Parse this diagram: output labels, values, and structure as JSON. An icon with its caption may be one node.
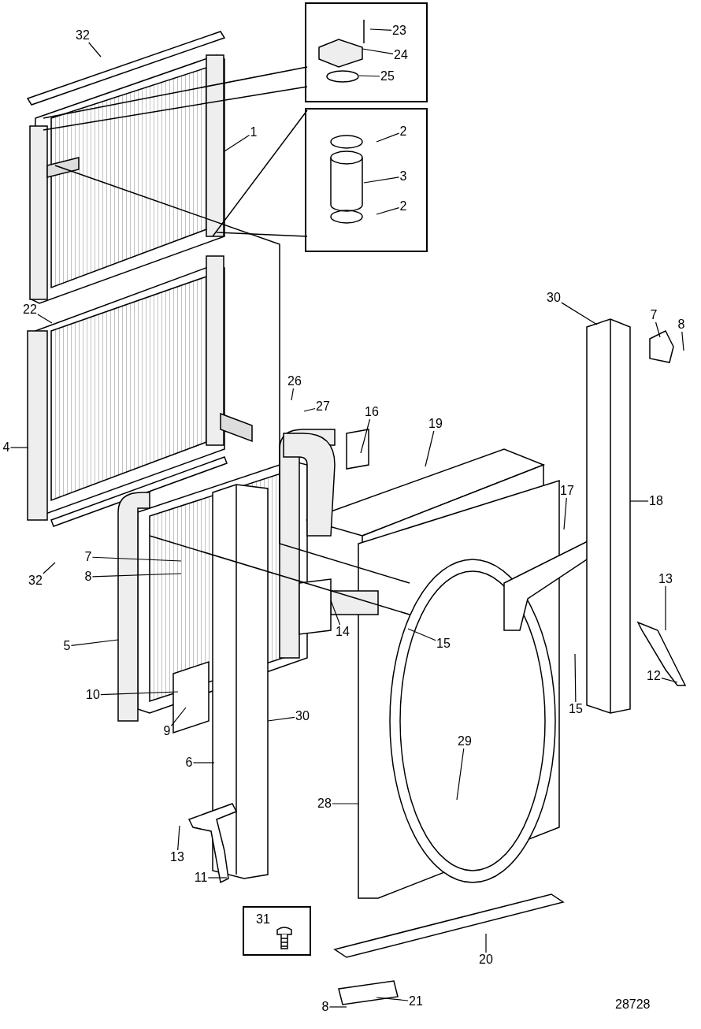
{
  "diagram": {
    "nodes": [
      {
        "text": [
          "32"
        ]
      },
      {
        "text": [],
        "shape": "box"
      },
      {
        "text": [
          "23"
        ],
        "in": 1
      },
      {
        "text": [
          "24"
        ],
        "in": 1
      },
      {
        "text": [
          "25"
        ],
        "in": 1
      },
      {
        "text": [],
        "shape": "box"
      },
      {
        "text": [
          "2"
        ],
        "in": 5
      },
      {
        "text": [
          "3"
        ],
        "in": 5
      },
      {
        "text": [
          "2"
        ],
        "in": 5
      },
      {
        "text": [
          "1"
        ]
      },
      {
        "text": [
          "30"
        ]
      },
      {
        "text": [
          "22"
        ]
      },
      {
        "text": [
          "7"
        ]
      },
      {
        "text": [
          "8"
        ]
      },
      {
        "text": [
          "26"
        ]
      },
      {
        "text": [
          "27"
        ]
      },
      {
        "text": [
          "16"
        ]
      },
      {
        "text": [
          "19"
        ]
      },
      {
        "text": [
          "4"
        ]
      },
      {
        "text": [
          "17"
        ]
      },
      {
        "text": [
          "18"
        ]
      },
      {
        "text": [
          "7"
        ]
      },
      {
        "text": [
          "32"
        ]
      },
      {
        "text": [
          "8"
        ]
      },
      {
        "text": [
          "13"
        ]
      },
      {
        "text": [
          "14"
        ]
      },
      {
        "text": [
          "15"
        ]
      },
      {
        "text": [
          "5"
        ]
      },
      {
        "text": [
          "12"
        ]
      },
      {
        "text": [
          "10"
        ]
      },
      {
        "text": [
          "15"
        ]
      },
      {
        "text": [
          "30"
        ]
      },
      {
        "text": [
          "9"
        ]
      },
      {
        "text": [
          "29"
        ]
      },
      {
        "text": [
          "6"
        ]
      },
      {
        "text": [
          "28"
        ]
      },
      {
        "text": [
          "13"
        ]
      },
      {
        "text": [
          "11"
        ]
      },
      {
        "text": [
          "31"
        ]
      },
      {
        "text": [
          "20"
        ]
      },
      {
        "text": [
          "21"
        ]
      },
      {
        "text": [
          "8"
        ]
      }
    ],
    "edges": [
      {
        "from": 0,
        "to": null,
        "arrow": "none"
      },
      {
        "from": 2,
        "to": null,
        "arrow": "none"
      },
      {
        "from": 3,
        "to": null,
        "arrow": "none"
      },
      {
        "from": 4,
        "to": null,
        "arrow": "none"
      },
      {
        "from": 6,
        "to": null,
        "arrow": "none"
      },
      {
        "from": 7,
        "to": null,
        "arrow": "none"
      },
      {
        "from": 8,
        "to": null,
        "arrow": "none"
      },
      {
        "from": 9,
        "to": null,
        "arrow": "none"
      },
      {
        "from": 10,
        "to": null,
        "arrow": "none"
      },
      {
        "from": 11,
        "to": null,
        "arrow": "none"
      },
      {
        "from": 12,
        "to": null,
        "arrow": "none"
      },
      {
        "from": 13,
        "to": null,
        "arrow": "none"
      },
      {
        "from": 14,
        "to": null,
        "arrow": "none"
      },
      {
        "from": 15,
        "to": null,
        "arrow": "none"
      },
      {
        "from": 16,
        "to": null,
        "arrow": "none"
      },
      {
        "from": 17,
        "to": null,
        "arrow": "none"
      },
      {
        "from": 18,
        "to": null,
        "arrow": "none"
      },
      {
        "from": 19,
        "to": null,
        "arrow": "none"
      },
      {
        "from": 20,
        "to": null,
        "arrow": "none"
      },
      {
        "from": 21,
        "to": null,
        "arrow": "none"
      },
      {
        "from": 22,
        "to": null,
        "arrow": "none"
      },
      {
        "from": 23,
        "to": null,
        "arrow": "none"
      },
      {
        "from": 24,
        "to": null,
        "arrow": "none"
      },
      {
        "from": 25,
        "to": null,
        "arrow": "none"
      },
      {
        "from": 26,
        "to": null,
        "arrow": "none"
      },
      {
        "from": 27,
        "to": null,
        "arrow": "none"
      },
      {
        "from": 28,
        "to": null,
        "arrow": "none"
      },
      {
        "from": 29,
        "to": null,
        "arrow": "none"
      },
      {
        "from": 30,
        "to": null,
        "arrow": "none"
      },
      {
        "from": 31,
        "to": null,
        "arrow": "none"
      },
      {
        "from": 32,
        "to": null,
        "arrow": "none"
      },
      {
        "from": 33,
        "to": null,
        "arrow": "none"
      },
      {
        "from": 34,
        "to": null,
        "arrow": "none"
      },
      {
        "from": 35,
        "to": null,
        "arrow": "none"
      },
      {
        "from": 36,
        "to": null,
        "arrow": "none"
      },
      {
        "from": 37,
        "to": null,
        "arrow": "none"
      },
      {
        "from": 39,
        "to": null,
        "arrow": "none"
      },
      {
        "from": 40,
        "to": null,
        "arrow": "none"
      },
      {
        "from": 41,
        "to": null,
        "arrow": "none"
      }
    ],
    "labels": [
      "28728"
    ]
  }
}
